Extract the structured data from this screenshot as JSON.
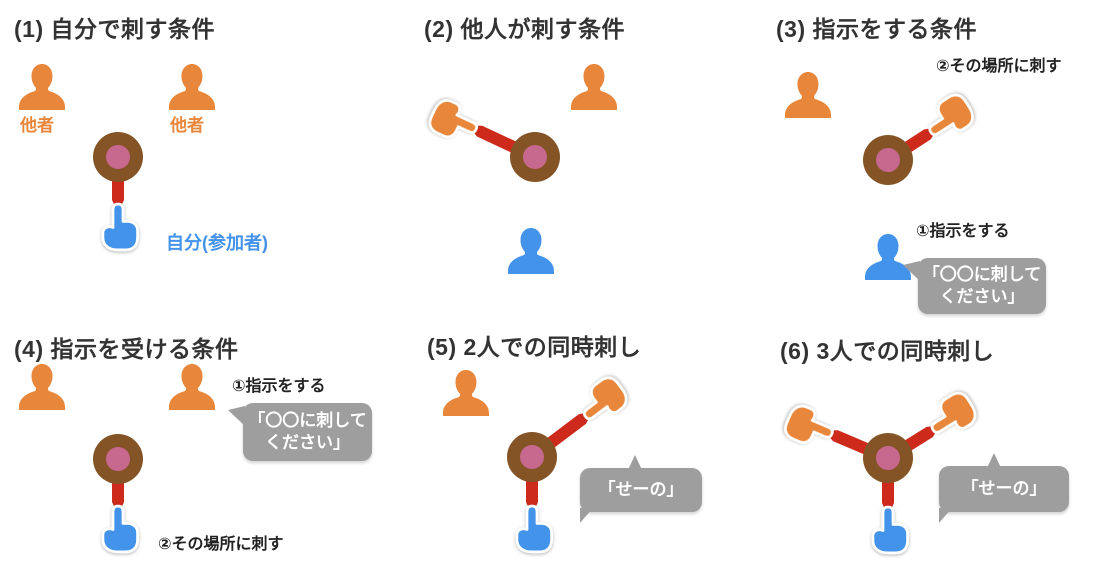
{
  "colors": {
    "c-orange": "#E8873B",
    "c-blue": "#4493EA",
    "c-target-outer": "#855426",
    "c-target-inner": "#C7688F",
    "c-red": "#CE2A1C",
    "c-bubble": "#9E9E9E",
    "c-title": "#333333",
    "c-label-dark": "#222222"
  },
  "panels": {
    "p1": {
      "title": "(1) 自分で刺す条件",
      "label_other_1": "他者",
      "label_other_2": "他者",
      "label_self": "自分(参加者)"
    },
    "p2": {
      "title": "(2) 他人が刺す条件"
    },
    "p3": {
      "title": "(3) 指示をする条件",
      "label_step2": "②その場所に刺す",
      "label_step1": "①指示をする",
      "bubble_line1": "「〇〇に刺して",
      "bubble_line2": "ください」"
    },
    "p4": {
      "title": "(4) 指示を受ける条件",
      "label_step1": "①指示をする",
      "label_step2": "②その場所に刺す",
      "bubble_line1": "「〇〇に刺して",
      "bubble_line2": "ください」"
    },
    "p5": {
      "title": "(5) 2人での同時刺し",
      "bubble": "「せーの」"
    },
    "p6": {
      "title": "(6) 3人での同時刺し",
      "bubble": "「せーの」"
    }
  }
}
